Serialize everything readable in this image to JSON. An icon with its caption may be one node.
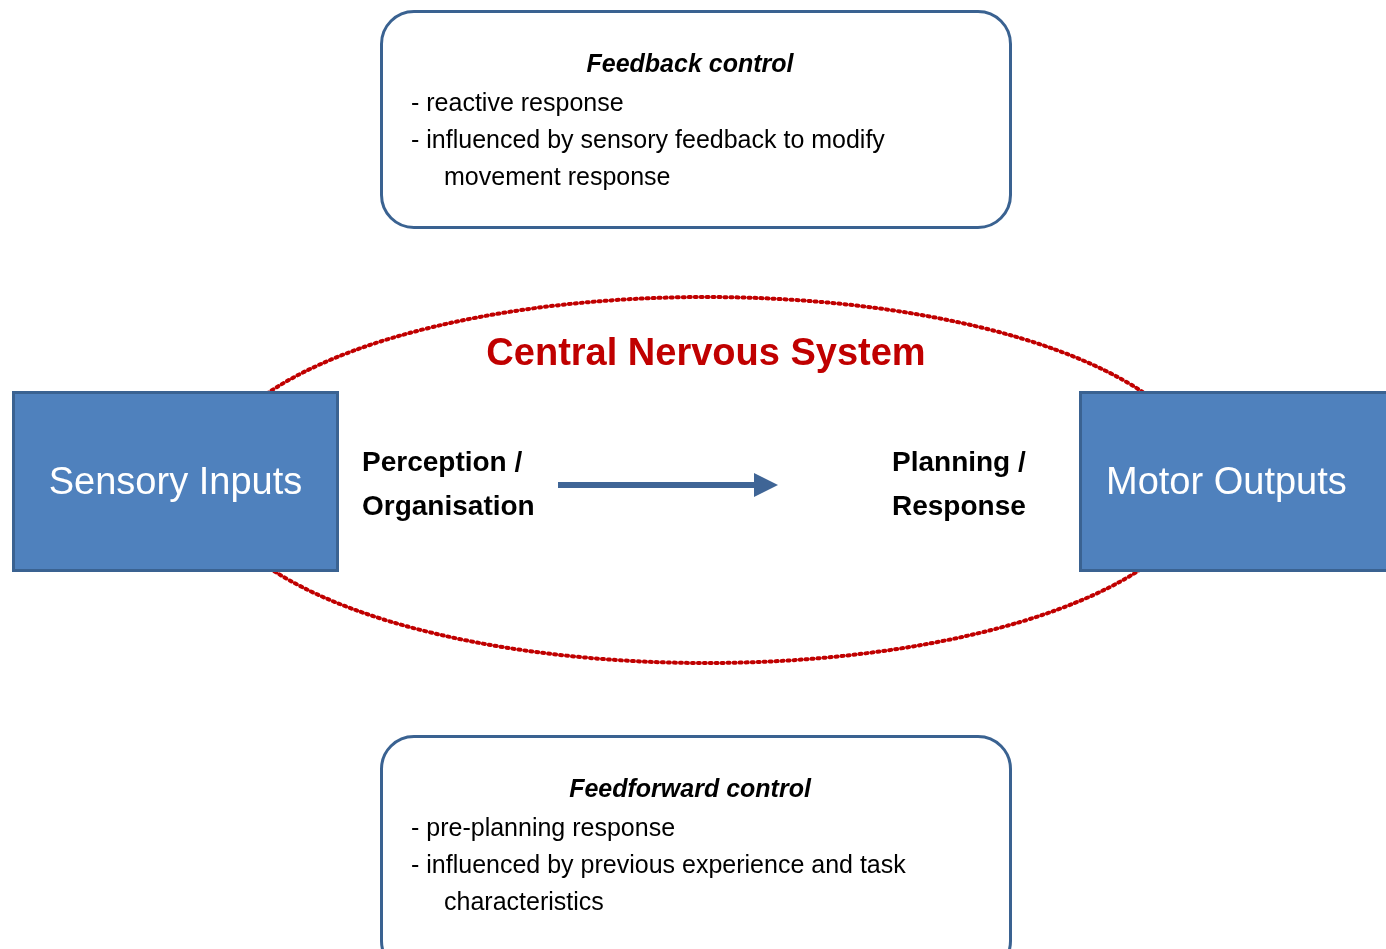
{
  "diagram": {
    "nodes": [
      {
        "text": [
          "Feedback control",
          "- reactive response",
          "- influenced by sensory feedback to modify movement response"
        ]
      },
      {
        "text": [
          "Sensory Inputs"
        ]
      },
      {
        "text": [
          "Central Nervous System"
        ]
      },
      {
        "text": [
          "Perception / Organisation"
        ],
        "in": 2
      },
      {
        "text": [
          "Planning / Response"
        ],
        "in": 2
      },
      {
        "text": [
          "Motor Outputs"
        ]
      },
      {
        "text": [
          "Feedforward control",
          "- pre-planning response",
          "- influenced by previous experience and task characteristics"
        ]
      }
    ],
    "edges": [
      {
        "from": 3,
        "to": 4,
        "arrow": "to"
      }
    ]
  }
}
